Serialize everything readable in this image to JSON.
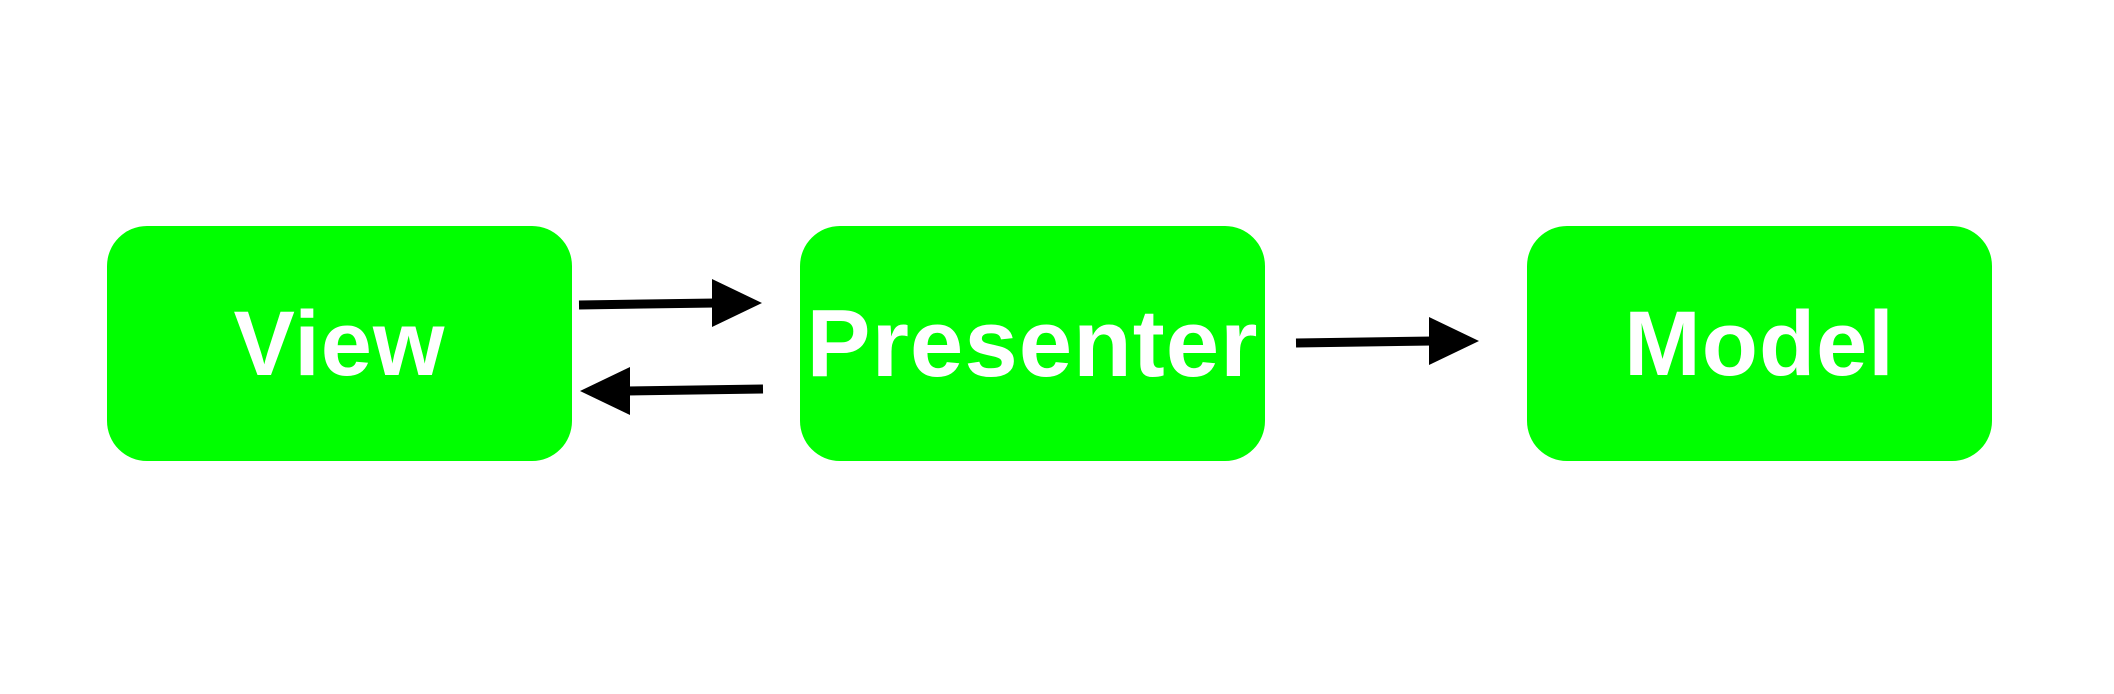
{
  "diagram": {
    "nodes": [
      {
        "id": "view",
        "label": "View"
      },
      {
        "id": "presenter",
        "label": "Presenter"
      },
      {
        "id": "model",
        "label": "Model"
      }
    ],
    "edges": [
      {
        "from": "view",
        "to": "presenter"
      },
      {
        "from": "presenter",
        "to": "view"
      },
      {
        "from": "presenter",
        "to": "model"
      }
    ],
    "colors": {
      "node_fill": "#00ff00",
      "node_text": "#ffffff",
      "arrow": "#000000",
      "background": "#ffffff"
    }
  }
}
